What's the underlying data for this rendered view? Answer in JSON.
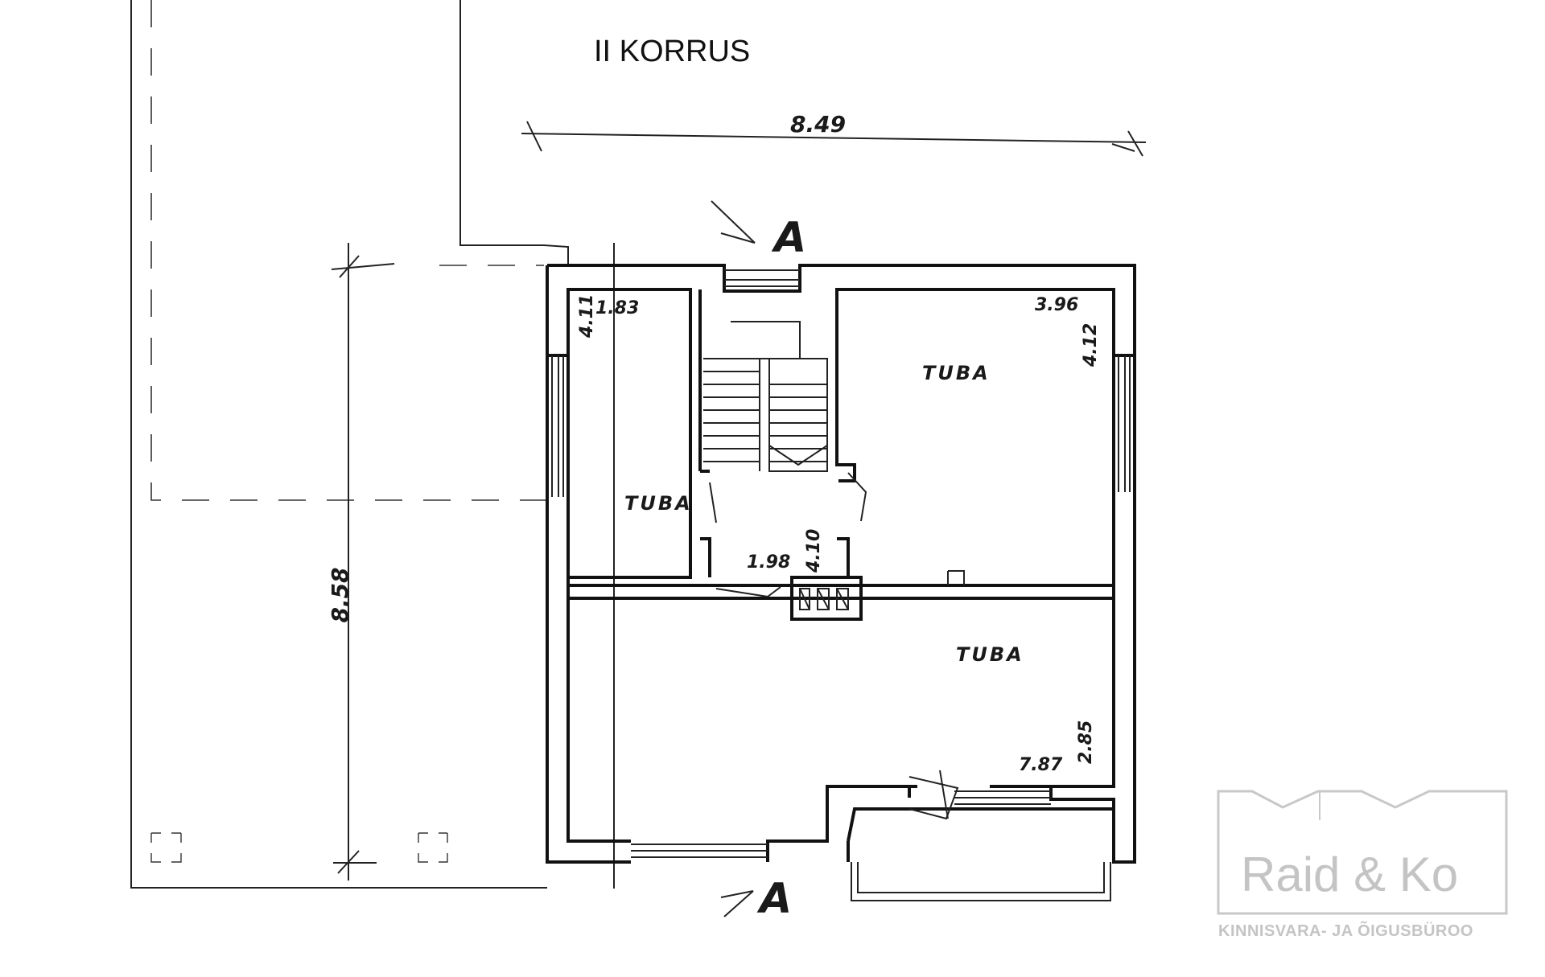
{
  "drawing": {
    "title": "II KORRUS",
    "section_marker": "A",
    "rooms": {
      "left_room": "TUBA",
      "top_right_room": "TUBA",
      "bottom_room": "TUBA"
    },
    "dimensions": {
      "overall_width": "8.49",
      "overall_depth": "8.58",
      "left_room_depth": "4.11",
      "left_room_width": "1.83",
      "top_right_width": "3.96",
      "top_right_depth": "4.12",
      "hall_width": "1.98",
      "hall_depth": "4.10",
      "bottom_width": "7.87",
      "bottom_depth": "2.85"
    }
  },
  "watermark": {
    "logo": "Raid & Ko",
    "tagline": "KINNISVARA- JA ÕIGUSBÜROO"
  }
}
